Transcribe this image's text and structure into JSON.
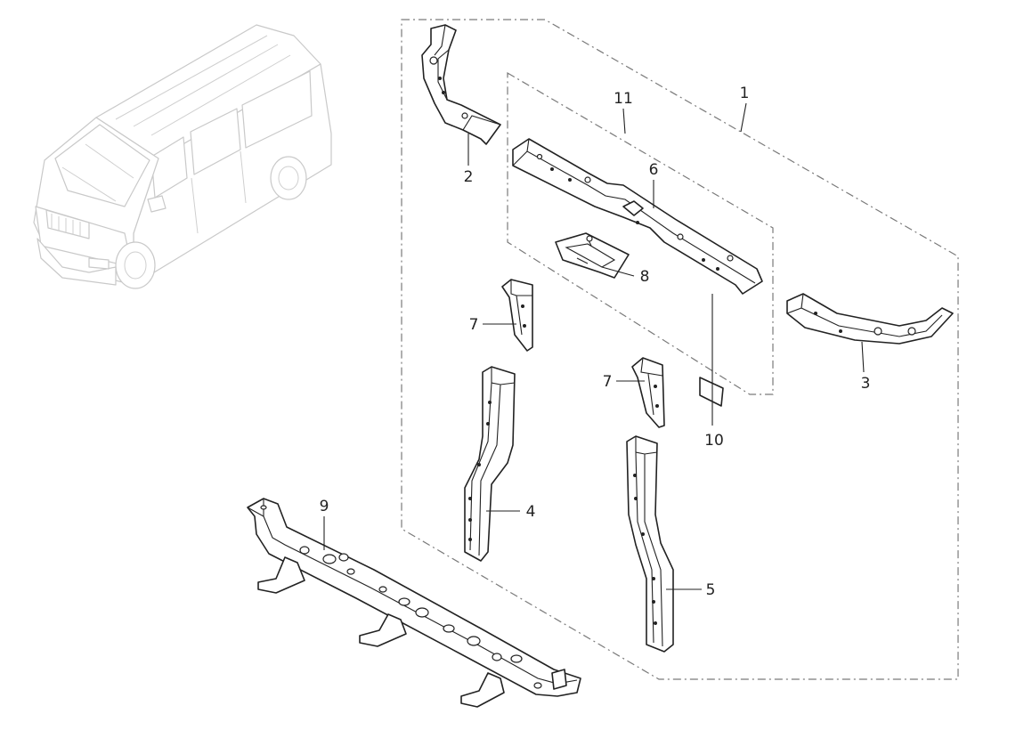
{
  "callouts": [
    {
      "id": "1",
      "text": "1"
    },
    {
      "id": "2",
      "text": "2"
    },
    {
      "id": "3",
      "text": "3"
    },
    {
      "id": "4",
      "text": "4"
    },
    {
      "id": "5",
      "text": "5"
    },
    {
      "id": "6",
      "text": "6"
    },
    {
      "id": "7a",
      "text": "7"
    },
    {
      "id": "7b",
      "text": "7"
    },
    {
      "id": "8",
      "text": "8"
    },
    {
      "id": "9",
      "text": "9"
    },
    {
      "id": "10",
      "text": "10"
    },
    {
      "id": "11",
      "text": "11"
    }
  ],
  "colors": {
    "line": "#222222",
    "vehicle": "#c9c9c9",
    "frame": "#7a7a7a",
    "background": "#ffffff"
  }
}
